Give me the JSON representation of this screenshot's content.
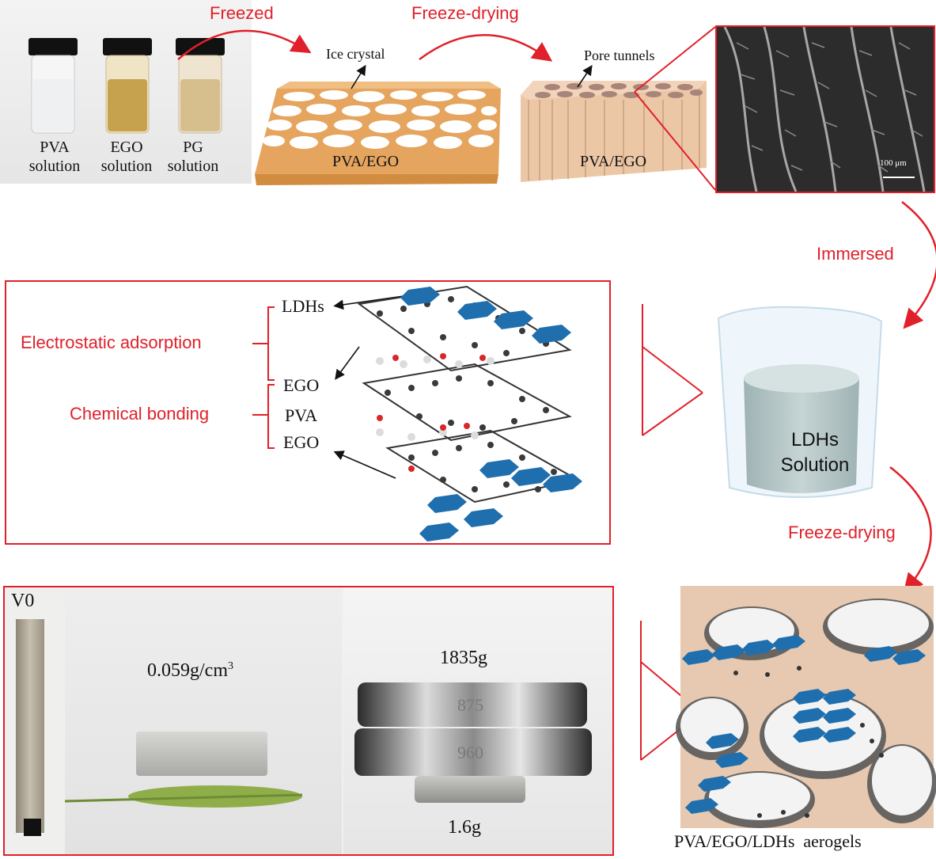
{
  "process": {
    "step_freezed": "Freezed",
    "step_freeze_drying_1": "Freeze-drying",
    "step_immersed": "Immersed",
    "step_freeze_drying_2": "Freeze-drying"
  },
  "photo_vials": {
    "vials": [
      {
        "line1": "PVA",
        "line2": "solution"
      },
      {
        "line1": "EGO",
        "line2": "solution"
      },
      {
        "line1": "PG",
        "line2": "solution"
      }
    ]
  },
  "block1": {
    "annotation": "Ice crystal",
    "label": "PVA/EGO"
  },
  "block2": {
    "annotation": "Pore tunnels",
    "label": "PVA/EGO"
  },
  "sem": {
    "scale_bar": "100 μm"
  },
  "beaker": {
    "line1": "LDHs",
    "line2": "Solution"
  },
  "mechanism": {
    "mechanism_electrostatic": "Electrostatic adsorption",
    "mechanism_chemical": "Chemical bonding",
    "layers": [
      "LDHs",
      "EGO",
      "PVA",
      "EGO"
    ]
  },
  "bottom_photos": {
    "rating": "V0",
    "density_value": "0.059g/cm",
    "density_exp": "3",
    "load_mass": "1835g",
    "sample_mass": "1.6g",
    "weight_engraving_top": "875",
    "weight_engraving_bottom": "960"
  },
  "aerogel": {
    "caption": "PVA/EGO/LDHs  aerogels"
  },
  "colors": {
    "accent_red": "#e0202a",
    "ldh_blue": "#1f6fae",
    "block_orange": "#e7a964",
    "block_tan": "#e8c4a6"
  }
}
